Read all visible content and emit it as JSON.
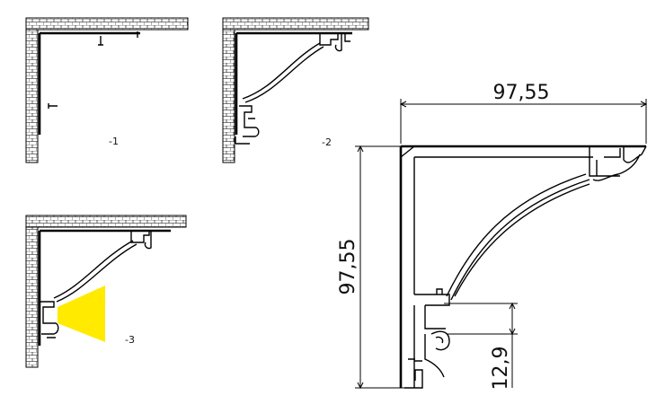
{
  "figures": [
    {
      "id": "1",
      "label": "-1"
    },
    {
      "id": "2",
      "label": "-2"
    },
    {
      "id": "3",
      "label": "-3"
    }
  ],
  "dimensions": {
    "width": "97,55",
    "height": "97,55",
    "channel": "12,9"
  },
  "colors": {
    "light_beam": "#ffea00",
    "line": "#000000",
    "background": "#ffffff"
  }
}
